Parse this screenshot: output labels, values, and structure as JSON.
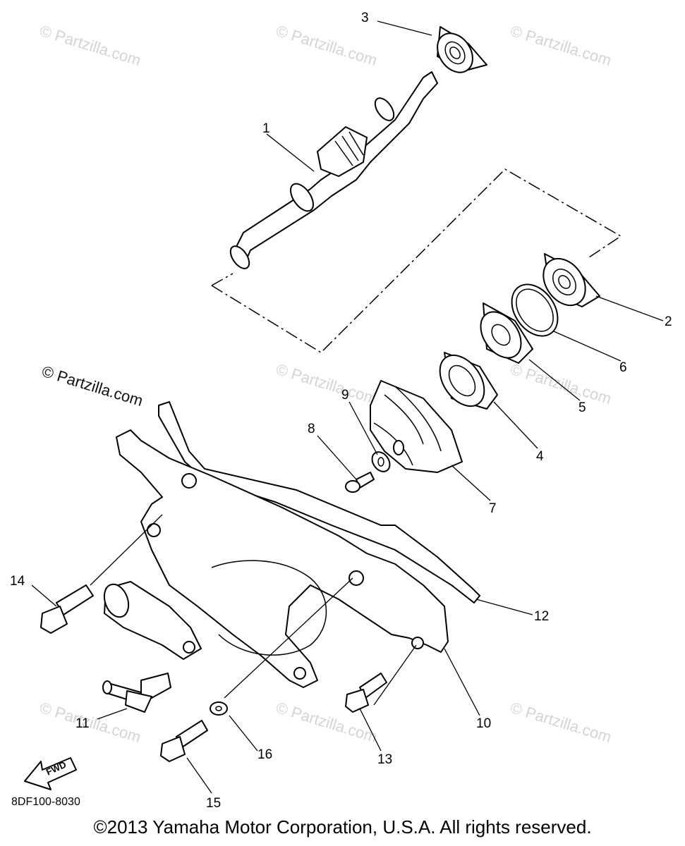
{
  "watermarks": {
    "brand": "© Partzilla.com"
  },
  "callouts": [
    {
      "number": "1",
      "part": "shaft"
    },
    {
      "number": "2",
      "part": "bearing"
    },
    {
      "number": "3",
      "part": "bearing"
    },
    {
      "number": "4",
      "part": "seal"
    },
    {
      "number": "5",
      "part": "seal"
    },
    {
      "number": "6",
      "part": "circlip"
    },
    {
      "number": "7",
      "part": "impeller"
    },
    {
      "number": "8",
      "part": "screw"
    },
    {
      "number": "9",
      "part": "washer"
    },
    {
      "number": "10",
      "part": "housing-cover"
    },
    {
      "number": "11",
      "part": "fitting"
    },
    {
      "number": "12",
      "part": "gasket"
    },
    {
      "number": "13",
      "part": "bolt"
    },
    {
      "number": "14",
      "part": "bolt"
    },
    {
      "number": "15",
      "part": "bolt"
    },
    {
      "number": "16",
      "part": "washer"
    }
  ],
  "fwd_label": "FWD",
  "diagram_code": "8DF100-8030",
  "copyright": "©2013 Yamaha Motor Corporation, U.S.A. All rights reserved."
}
